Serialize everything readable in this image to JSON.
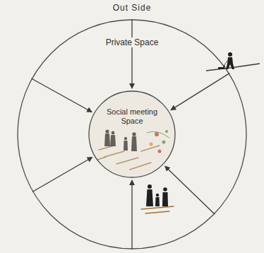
{
  "diagram": {
    "nodes": [
      {
        "text": [
          "Private Space"
        ]
      },
      {
        "text": [
          "Social meeting Space"
        ],
        "in": 0
      }
    ],
    "edges": [
      {
        "from": 0,
        "to": 1,
        "arrow": "to"
      },
      {
        "from": 0,
        "to": 1,
        "arrow": "to"
      },
      {
        "from": 0,
        "to": 1,
        "arrow": "to"
      },
      {
        "from": 0,
        "to": 1,
        "arrow": "to"
      },
      {
        "from": 0,
        "to": 1,
        "arrow": "to"
      },
      {
        "from": 0,
        "to": 1,
        "arrow": "to"
      }
    ],
    "labels": [
      "Out Side"
    ]
  }
}
